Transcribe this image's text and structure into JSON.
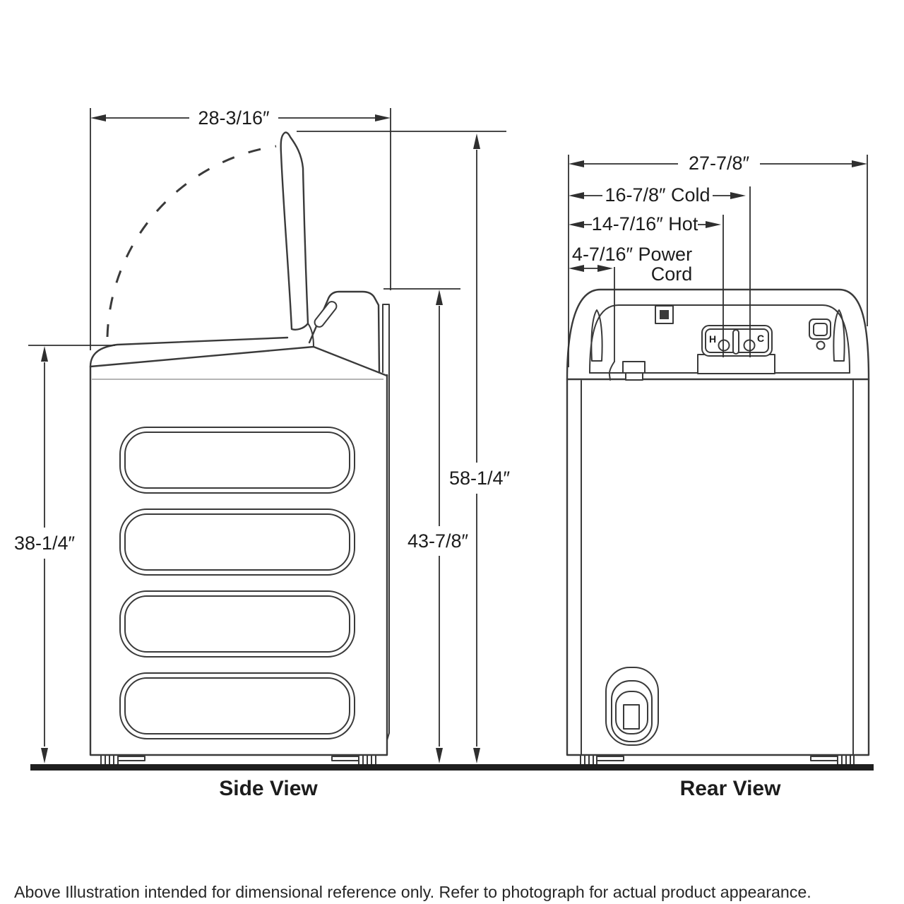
{
  "footer_note": "Above Illustration intended for dimensional reference only. Refer to photograph for actual product appearance.",
  "colors": {
    "line": "#3a3a3a",
    "dim": "#2f2f2f",
    "text": "#1c1c1c",
    "gray": "#b5b5b5",
    "ground": "#1f1f1f"
  },
  "side_view": {
    "caption": "Side View",
    "dim_width": "28-3/16″",
    "dim_height_total": "58-1/4″",
    "dim_height_console": "43-7/8″",
    "dim_height_body": "38-1/4″"
  },
  "rear_view": {
    "caption": "Rear View",
    "dim_width": "27-7/8″",
    "dim_cold": "16-7/8″ Cold",
    "dim_hot": "14-7/16″ Hot",
    "dim_power_line1": "4-7/16″ Power",
    "dim_power_line2": "Cord",
    "hot_label": "H",
    "cold_label": "C"
  }
}
